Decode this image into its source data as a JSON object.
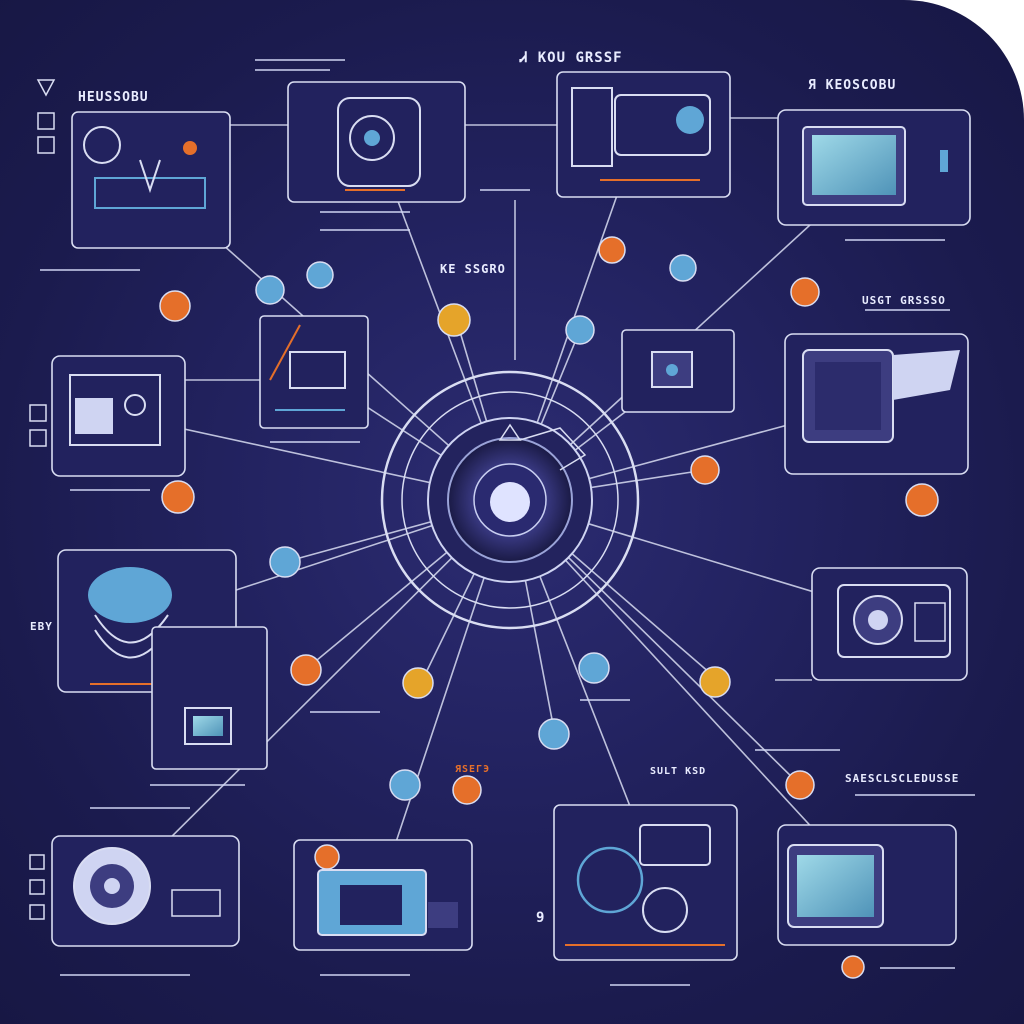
{
  "diagram": {
    "title_top": "Ꮧ KOU GRSSF",
    "labels": {
      "top_left": "HEUSSOBU",
      "top_right": "Я KEOSCOBU",
      "center_top": "KE SSGRO",
      "right_mid": "USGT GRSSSO",
      "lower_right": "SAESCLSCLEDUSSE",
      "lower_center": "ЯSEГЭ",
      "lower_center_right": "SULT KSD",
      "small_left": "EBY",
      "small_digit": "9"
    },
    "colors": {
      "background": "#1e1e56",
      "line": "#d9ddf2",
      "accent_orange": "#e56f2a",
      "accent_blue": "#5fa6d6",
      "screen": "#7fc2d8"
    },
    "icons": [
      "camera-lens-icon",
      "monitor-icon",
      "projector-icon",
      "film-camera-icon",
      "video-camera-icon",
      "speaker-icon",
      "satellite-icon",
      "cloud-icon"
    ]
  }
}
